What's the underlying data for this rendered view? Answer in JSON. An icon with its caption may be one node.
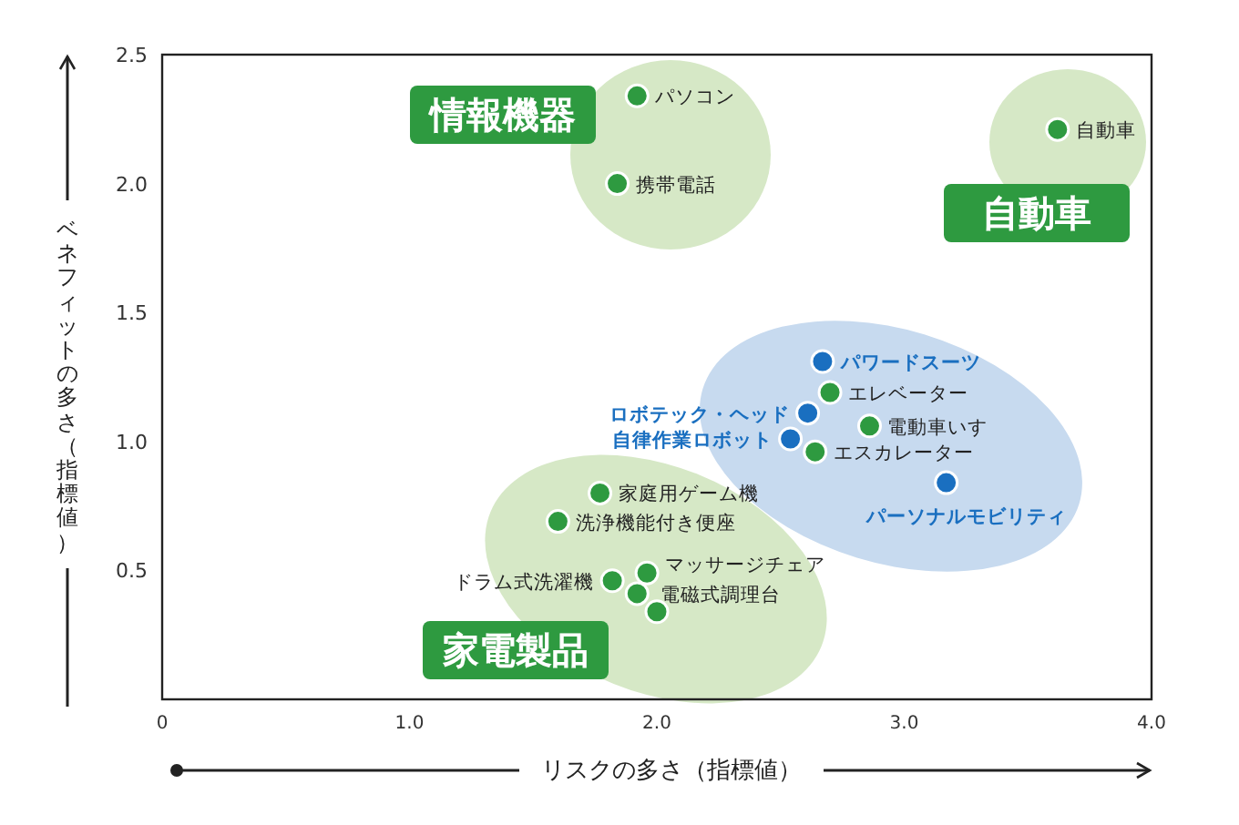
{
  "diagram": {
    "nodes": [
      {
        "text": [
          "情報機器"
        ]
      },
      {
        "text": [
          "自動車"
        ]
      },
      {
        "text": [
          "家電製品"
        ]
      }
    ],
    "chart_data": {
      "type": "scatter",
      "xlabel": "リスクの多さ（指標値）",
      "ylabel": "ベネフィットの多さ（指標値）",
      "xlim": [
        0,
        4
      ],
      "ylim": [
        0,
        2.5
      ],
      "xticks": [
        {
          "value": 0,
          "label": "0"
        },
        {
          "value": 1,
          "label": "1.0"
        },
        {
          "value": 2,
          "label": "2.0"
        },
        {
          "value": 3,
          "label": "3.0"
        },
        {
          "value": 4,
          "label": "4.0"
        }
      ],
      "yticks": [
        {
          "value": 0.5,
          "label": "0.5"
        },
        {
          "value": 1,
          "label": "1.0"
        },
        {
          "value": 1.5,
          "label": "1.5"
        },
        {
          "value": 2,
          "label": "2.0"
        },
        {
          "value": 2.5,
          "label": "2.5"
        }
      ],
      "series": [
        {
          "color": "#2e9a40",
          "x": [
            1.92,
            1.84,
            3.62,
            2.7,
            2.86,
            2.64,
            1.77,
            1.6,
            1.82,
            1.96,
            1.92,
            2.0
          ],
          "values": [
            2.34,
            2.0,
            2.21,
            1.19,
            1.06,
            0.96,
            0.8,
            0.69,
            0.46,
            0.49,
            0.41,
            0.34
          ]
        },
        {
          "color": "#1a6fc0",
          "x": [
            2.67,
            2.61,
            2.54,
            3.17
          ],
          "values": [
            1.31,
            1.11,
            1.01,
            0.84
          ]
        }
      ],
      "annotations": [
        {
          "text": "パソコン",
          "x": 1.92,
          "y": 2.34
        },
        {
          "text": "携帯電話",
          "x": 1.84,
          "y": 2.0
        },
        {
          "text": "自動車",
          "x": 3.62,
          "y": 2.21
        },
        {
          "text": "パワードスーツ",
          "x": 2.67,
          "y": 1.31
        },
        {
          "text": "エレベーター",
          "x": 2.7,
          "y": 1.19
        },
        {
          "text": "ロボテック・ヘッド",
          "x": 2.61,
          "y": 1.11
        },
        {
          "text": "電動車いす",
          "x": 2.86,
          "y": 1.06
        },
        {
          "text": "自律作業ロボット",
          "x": 2.54,
          "y": 1.01
        },
        {
          "text": "エスカレーター",
          "x": 2.64,
          "y": 0.96
        },
        {
          "text": "パーソナルモビリティ",
          "x": 3.17,
          "y": 0.84
        },
        {
          "text": "家庭用ゲーム機",
          "x": 1.77,
          "y": 0.8
        },
        {
          "text": "洗浄機能付き便座",
          "x": 1.6,
          "y": 0.69
        },
        {
          "text": "ドラム式洗濯機",
          "x": 1.82,
          "y": 0.46
        },
        {
          "text": "マッサージチェア",
          "x": 1.96,
          "y": 0.49
        },
        {
          "text": "電磁式調理台",
          "x": 1.92,
          "y": 0.41
        }
      ]
    }
  }
}
